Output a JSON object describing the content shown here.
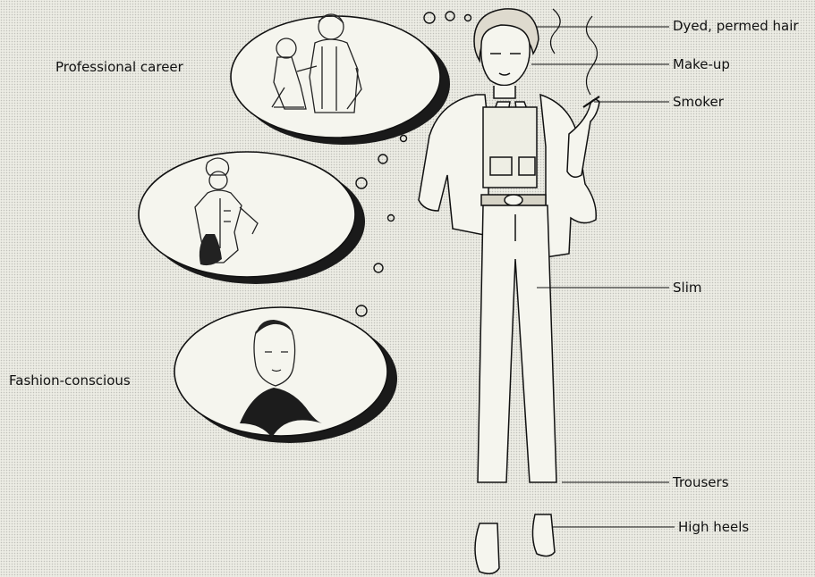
{
  "labels": {
    "professional_career": "Professional career",
    "fashion_conscious": "Fashion-conscious",
    "dyed_permed_hair": "Dyed, permed hair",
    "make_up": "Make-up",
    "smoker": "Smoker",
    "slim": "Slim",
    "trousers": "Trousers",
    "high_heels": "High heels"
  }
}
